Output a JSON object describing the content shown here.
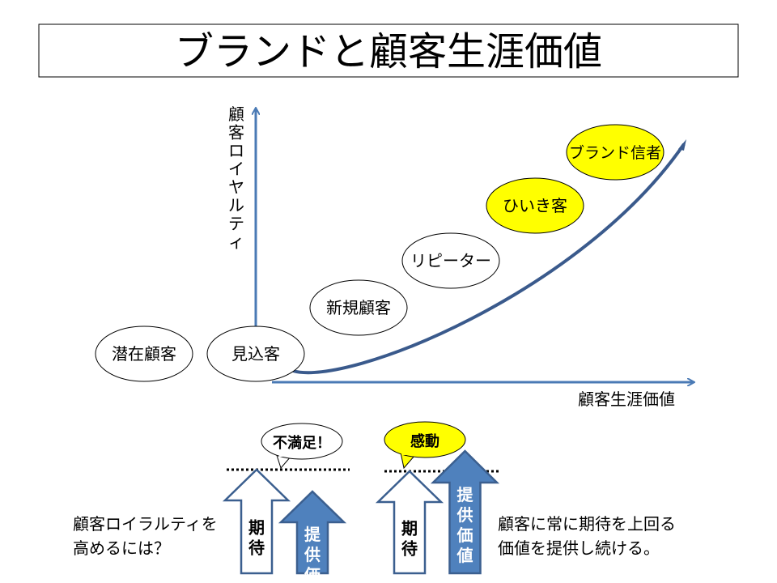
{
  "title": "ブランドと顧客生涯価値",
  "axes": {
    "y_label": [
      "顧",
      "客",
      "ロ",
      "イ",
      "ヤ",
      "ル",
      "テ",
      "ィ"
    ],
    "x_label": "顧客生涯価値"
  },
  "stages": [
    {
      "label": "潜在顧客",
      "highlight": false
    },
    {
      "label": "見込客",
      "highlight": false
    },
    {
      "label": "新規顧客",
      "highlight": false
    },
    {
      "label": "リピーター",
      "highlight": false
    },
    {
      "label": "ひいき客",
      "highlight": true
    },
    {
      "label": "ブランド信者",
      "highlight": true
    }
  ],
  "bottom": {
    "left_text": [
      "顧客ロイラルティを",
      "高めるには？"
    ],
    "right_text": [
      "顧客に常に期待を上回る",
      "価値を提供し続ける。"
    ],
    "bubble_bad": "不満足！",
    "bubble_good": "感動",
    "expectation": [
      "期",
      "待"
    ],
    "provided_value": [
      "提",
      "供",
      "価",
      "値"
    ]
  },
  "colors": {
    "axis": "#4a7ab5",
    "curve": "#3a5a8c",
    "arrow_fill": "#4f81bd",
    "arrow_stroke": "#3b5f8f",
    "highlight": "#ffff00"
  }
}
